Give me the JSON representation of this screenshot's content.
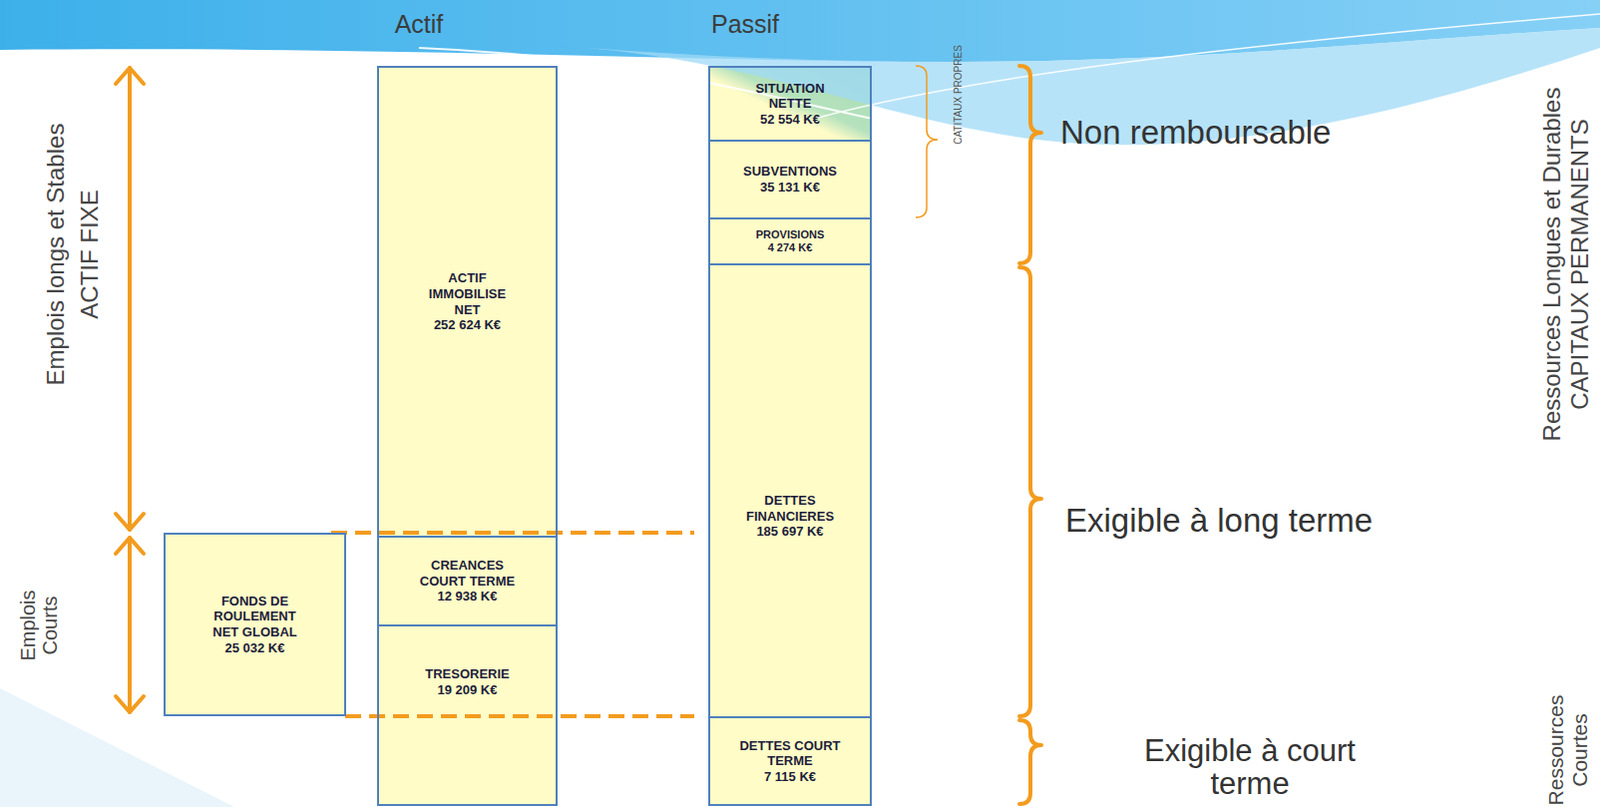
{
  "diagram": {
    "nodes": [
      {
        "text": [
          "ACTIF IMMOBILISE NET",
          "252 624 K€"
        ]
      },
      {
        "text": [
          "CREANCES COURT TERME",
          "12 938 K€"
        ]
      },
      {
        "text": [
          "TRESORERIE",
          "19 209 K€"
        ]
      },
      {
        "text": [
          "FONDS DE ROULEMENT NET GLOBAL",
          "25 032 K€"
        ]
      },
      {
        "text": [
          "SITUATION NETTE",
          "52 554 K€"
        ]
      },
      {
        "text": [
          "SUBVENTIONS",
          "35 131 K€"
        ]
      },
      {
        "text": [
          "PROVISIONS",
          "4 274 K€"
        ]
      },
      {
        "text": [
          "DETTES FINANCIERES",
          "185 697 K€"
        ]
      },
      {
        "text": [
          "DETTES COURT TERME",
          "7 115 K€"
        ]
      }
    ],
    "labels": [
      "Actif",
      "Passif",
      "Emplois longs et Stables",
      "ACTIF FIXE",
      "Emplois Courts",
      "CATITAUX PROPRES",
      "Non remboursable",
      "Exigible à long terme",
      "Exigible à court terme",
      "Ressources Longues et Durables",
      "CAPITAUX PERMANENTS",
      "Ressources Courtes"
    ]
  }
}
